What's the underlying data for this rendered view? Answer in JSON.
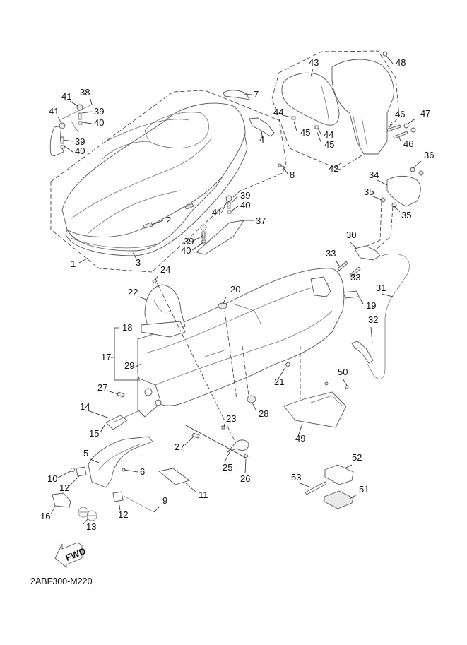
{
  "diagram": {
    "title": "Exploded parts diagram — seat & luggage box",
    "drawing_code": "2ABF300-M220",
    "fwd_arrow_text": "FWD",
    "callouts": [
      {
        "id": "c1",
        "text": "1"
      },
      {
        "id": "c2",
        "text": "2"
      },
      {
        "id": "c3",
        "text": "3"
      },
      {
        "id": "c4",
        "text": "4"
      },
      {
        "id": "c5",
        "text": "5"
      },
      {
        "id": "c6",
        "text": "6"
      },
      {
        "id": "c7",
        "text": "7"
      },
      {
        "id": "c8",
        "text": "8"
      },
      {
        "id": "c9",
        "text": "9"
      },
      {
        "id": "c10",
        "text": "10"
      },
      {
        "id": "c11",
        "text": "11"
      },
      {
        "id": "c12a",
        "text": "12"
      },
      {
        "id": "c12b",
        "text": "12"
      },
      {
        "id": "c13",
        "text": "13"
      },
      {
        "id": "c14",
        "text": "14"
      },
      {
        "id": "c15",
        "text": "15"
      },
      {
        "id": "c16",
        "text": "16"
      },
      {
        "id": "c17",
        "text": "17"
      },
      {
        "id": "c18",
        "text": "18"
      },
      {
        "id": "c19",
        "text": "19"
      },
      {
        "id": "c20",
        "text": "20"
      },
      {
        "id": "c21",
        "text": "21"
      },
      {
        "id": "c22",
        "text": "22"
      },
      {
        "id": "c23",
        "text": "23"
      },
      {
        "id": "c24",
        "text": "24"
      },
      {
        "id": "c25",
        "text": "25"
      },
      {
        "id": "c26",
        "text": "26"
      },
      {
        "id": "c27a",
        "text": "27"
      },
      {
        "id": "c27b",
        "text": "27"
      },
      {
        "id": "c28",
        "text": "28"
      },
      {
        "id": "c29",
        "text": "29"
      },
      {
        "id": "c30",
        "text": "30"
      },
      {
        "id": "c31",
        "text": "31"
      },
      {
        "id": "c32",
        "text": "32"
      },
      {
        "id": "c33a",
        "text": "33"
      },
      {
        "id": "c33b",
        "text": "33"
      },
      {
        "id": "c34",
        "text": "34"
      },
      {
        "id": "c35a",
        "text": "35"
      },
      {
        "id": "c35b",
        "text": "35"
      },
      {
        "id": "c36",
        "text": "36"
      },
      {
        "id": "c37",
        "text": "37"
      },
      {
        "id": "c38",
        "text": "38"
      },
      {
        "id": "c39a",
        "text": "39"
      },
      {
        "id": "c39b",
        "text": "39"
      },
      {
        "id": "c39c",
        "text": "39"
      },
      {
        "id": "c39d",
        "text": "39"
      },
      {
        "id": "c40a",
        "text": "40"
      },
      {
        "id": "c40b",
        "text": "40"
      },
      {
        "id": "c40c",
        "text": "40"
      },
      {
        "id": "c40d",
        "text": "40"
      },
      {
        "id": "c41a",
        "text": "41"
      },
      {
        "id": "c41b",
        "text": "41"
      },
      {
        "id": "c41c",
        "text": "41"
      },
      {
        "id": "c42",
        "text": "42"
      },
      {
        "id": "c43",
        "text": "43"
      },
      {
        "id": "c44a",
        "text": "44"
      },
      {
        "id": "c44b",
        "text": "44"
      },
      {
        "id": "c45a",
        "text": "45"
      },
      {
        "id": "c45b",
        "text": "45"
      },
      {
        "id": "c46a",
        "text": "46"
      },
      {
        "id": "c46b",
        "text": "46"
      },
      {
        "id": "c47",
        "text": "47"
      },
      {
        "id": "c48",
        "text": "48"
      },
      {
        "id": "c49",
        "text": "49"
      },
      {
        "id": "c50",
        "text": "50"
      },
      {
        "id": "c51",
        "text": "51"
      },
      {
        "id": "c52",
        "text": "52"
      },
      {
        "id": "c53",
        "text": "53"
      }
    ]
  }
}
